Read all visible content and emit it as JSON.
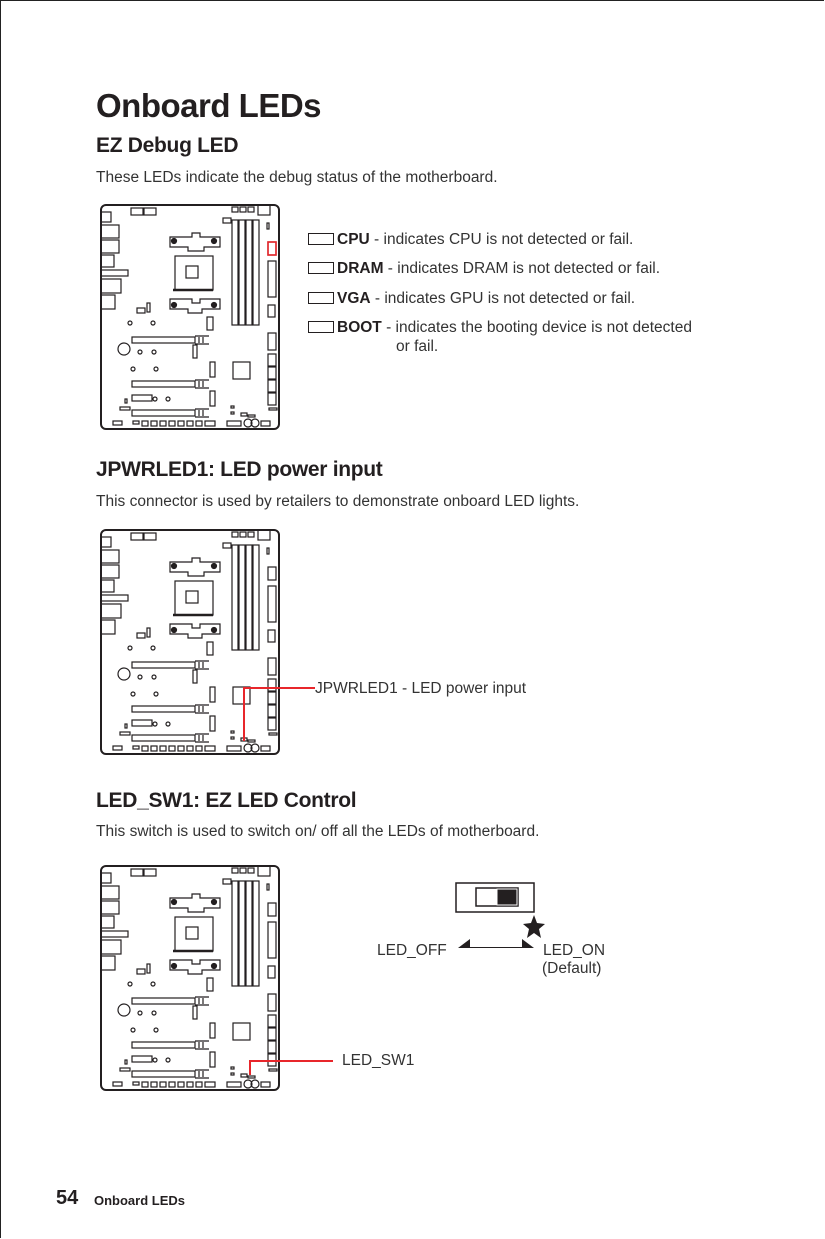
{
  "title": "Onboard LEDs",
  "ez_debug": {
    "heading": "EZ Debug LED",
    "description": "These LEDs indicate the debug status of the motherboard.",
    "items": [
      {
        "name": "CPU",
        "text": " - indicates CPU is not detected or fail."
      },
      {
        "name": "DRAM",
        "text": " - indicates DRAM is not detected or fail."
      },
      {
        "name": "VGA",
        "text": " - indicates GPU is not detected or fail."
      },
      {
        "name": "BOOT",
        "text": " - indicates the booting device is not detected",
        "text2": "or fail."
      }
    ]
  },
  "jpwrled": {
    "heading": "JPWRLED1: LED power input",
    "description": "This connector is used by retailers to demonstrate onboard LED lights.",
    "callout": "JPWRLED1 - LED power input"
  },
  "led_sw": {
    "heading": "LED_SW1: EZ LED Control",
    "description": "This switch is used to switch on/ off all the LEDs of motherboard.",
    "off_label": "LED_OFF",
    "on_label": "LED_ON",
    "default_label": "(Default)",
    "callout": "LED_SW1"
  },
  "footer": {
    "page_number": "54",
    "section": "Onboard LEDs"
  },
  "colors": {
    "highlight": "#e8262b",
    "text": "#231f20"
  }
}
